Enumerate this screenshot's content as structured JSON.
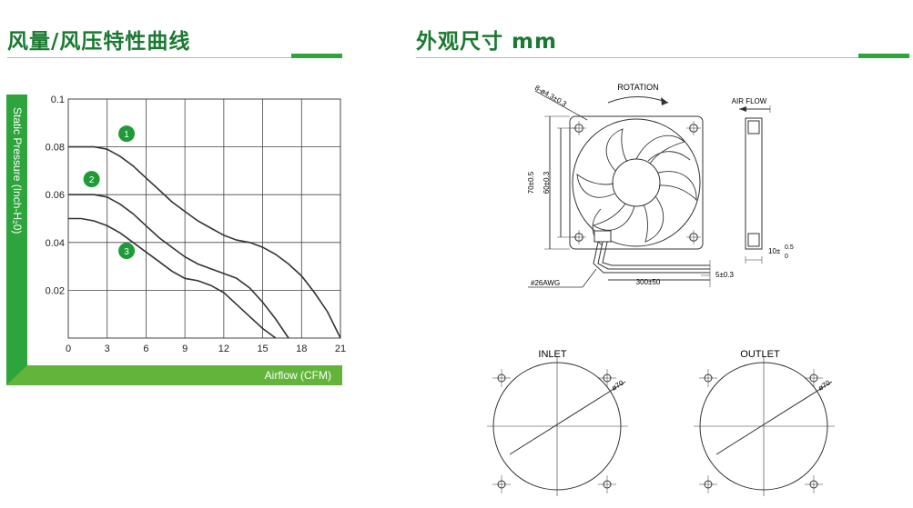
{
  "left_section": {
    "title": "风量/风压特性曲线"
  },
  "right_section": {
    "title": "外观尺寸 mm"
  },
  "chart_data": {
    "type": "line",
    "xlabel": "Airflow (CFM)",
    "ylabel": "Static Pressure (Inch-H₂0)",
    "xlim": [
      0,
      21
    ],
    "ylim": [
      0,
      0.1
    ],
    "x_ticks": [
      "0",
      "3",
      "6",
      "9",
      "12",
      "15",
      "18",
      "21"
    ],
    "y_ticks": [
      "0.02",
      "0.04",
      "0.06",
      "0.08",
      "0.1"
    ],
    "grid": true,
    "series": [
      {
        "name": "1",
        "x": [
          0,
          1,
          2,
          3,
          4,
          5,
          6,
          7,
          8,
          9,
          10,
          11,
          12,
          13,
          14,
          15,
          16,
          17,
          18,
          19,
          20,
          21
        ],
        "y": [
          0.08,
          0.08,
          0.08,
          0.079,
          0.076,
          0.072,
          0.067,
          0.062,
          0.057,
          0.053,
          0.049,
          0.046,
          0.043,
          0.041,
          0.04,
          0.038,
          0.035,
          0.031,
          0.026,
          0.019,
          0.011,
          0.0
        ]
      },
      {
        "name": "2",
        "x": [
          0,
          1,
          2,
          3,
          4,
          5,
          6,
          7,
          8,
          9,
          10,
          11,
          12,
          13,
          14,
          15,
          16,
          17
        ],
        "y": [
          0.06,
          0.06,
          0.06,
          0.059,
          0.056,
          0.052,
          0.047,
          0.042,
          0.038,
          0.034,
          0.031,
          0.029,
          0.027,
          0.025,
          0.021,
          0.015,
          0.008,
          0.0
        ]
      },
      {
        "name": "3",
        "x": [
          0,
          1,
          2,
          3,
          4,
          5,
          6,
          7,
          8,
          9,
          10,
          11,
          12,
          13,
          14,
          15,
          16
        ],
        "y": [
          0.05,
          0.05,
          0.049,
          0.047,
          0.044,
          0.04,
          0.036,
          0.032,
          0.028,
          0.025,
          0.024,
          0.022,
          0.019,
          0.014,
          0.009,
          0.004,
          0.0
        ]
      }
    ],
    "colors": {
      "axis_bar": "#2ea43c",
      "axis_bar_dark": "#1b7a2a",
      "badge": "#1f9a38",
      "line": "#333333",
      "grid": "#444444"
    }
  },
  "drawing": {
    "rotation_label": "ROTATION",
    "airflow_label": "AIR FLOW",
    "holes_label": "8-ø4.3±0.3",
    "dim_70": "70±0.5",
    "dim_60": "60±0.3",
    "wire_gauge": "#26AWG",
    "wire_length": "300±50",
    "strip_length": "5±0.3",
    "thickness": "10±",
    "tol_upper": "0.5",
    "tol_lower": "0",
    "inlet_label": "INLET",
    "outlet_label": "OUTLET",
    "dia_label": "ø70"
  }
}
